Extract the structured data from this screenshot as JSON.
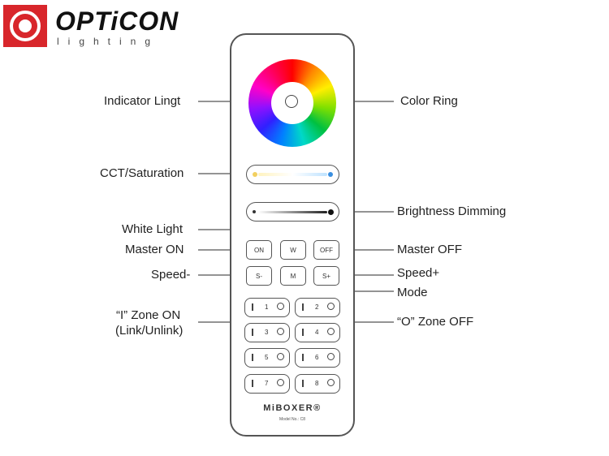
{
  "logo": {
    "word": "OPTiCON",
    "sub": "lighting"
  },
  "remote": {
    "buttons": {
      "on": "ON",
      "white": "W",
      "off": "OFF",
      "speed_minus": "S-",
      "mode": "M",
      "speed_plus": "S+"
    },
    "zones": [
      "1",
      "2",
      "3",
      "4",
      "5",
      "6",
      "7",
      "8"
    ],
    "brand": "MiBOXER®",
    "model": "Model No.: C8"
  },
  "callouts": {
    "indicator_light": "Indicator Lingt",
    "color_ring": "Color Ring",
    "cct_saturation": "CCT/Saturation",
    "brightness_dimming": "Brightness Dimming",
    "white_light": "White Light",
    "master_on": "Master ON",
    "master_off": "Master OFF",
    "speed_minus": "Speed-",
    "speed_plus": "Speed+",
    "mode": "Mode",
    "zone_on_line1": "“I” Zone ON",
    "zone_on_line2": "(Link/Unlink)",
    "zone_off": "“O” Zone OFF"
  }
}
